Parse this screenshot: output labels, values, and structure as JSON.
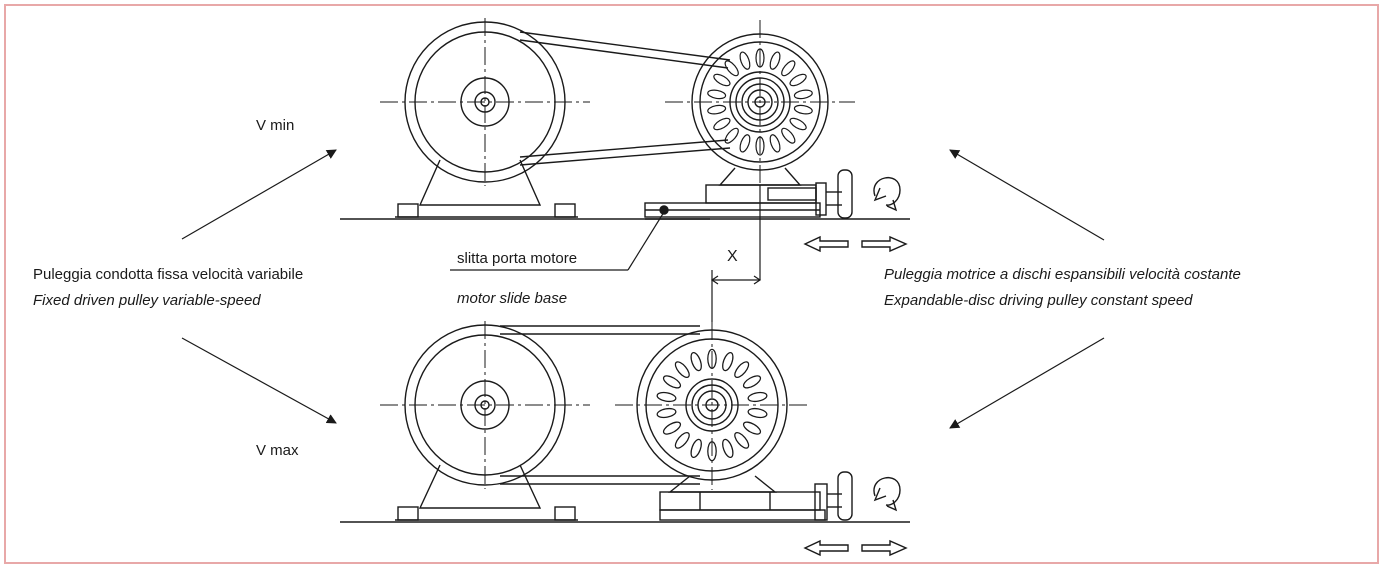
{
  "labels": {
    "v_min": "V min",
    "v_max": "V max",
    "left_it": "Puleggia condotta fissa velocità variabile",
    "left_en": "Fixed driven pulley variable-speed",
    "right_it": "Puleggia motrice a dischi espansibili velocità costante",
    "right_en": "Expandable-disc driving pulley constant speed",
    "slide_it": "slitta porta motore",
    "slide_en": "motor slide base",
    "x": "X"
  },
  "colors": {
    "frame": "#e8a8a8",
    "line": "#1a1a1a"
  }
}
